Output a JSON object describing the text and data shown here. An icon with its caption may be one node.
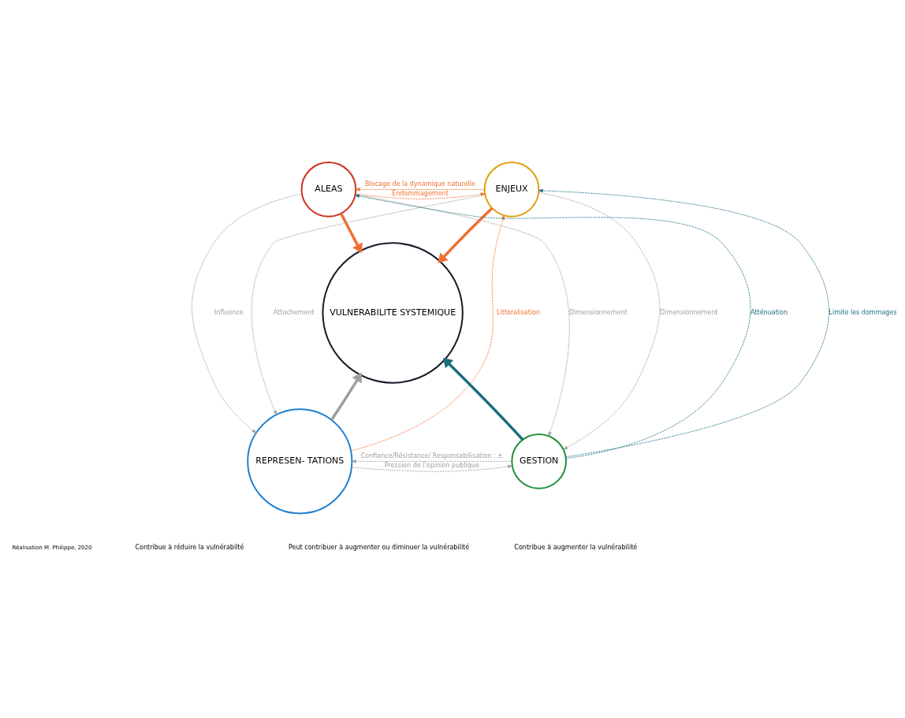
{
  "diagram": {
    "nodes": [
      {
        "text": [
          "ALEAS"
        ]
      },
      {
        "text": [
          "ENJEUX"
        ]
      },
      {
        "text": [
          "VULNERABILITE SYSTEMIQUE"
        ]
      },
      {
        "text": [
          "REPRESEN- TATIONS"
        ]
      },
      {
        "text": [
          "GESTION"
        ]
      }
    ],
    "edges": [
      {
        "from": 3,
        "to": 1,
        "arrow": "to",
        "label": "Littoralisation",
        "style": "dashed",
        "color": "#f07030"
      },
      {
        "from": 1,
        "to": 3,
        "arrow": "to",
        "label": "Attachement",
        "style": "dashed"
      },
      {
        "from": 4,
        "to": 0,
        "arrow": "to",
        "label": "Atténuation",
        "style": "dashed",
        "color": "#1a6f80"
      },
      {
        "from": 0,
        "to": 4,
        "arrow": "to",
        "label": "Dimensionnement",
        "style": "dashed"
      },
      {
        "from": 0,
        "to": 1,
        "arrow": "to",
        "label": "Endommagement",
        "style": "dashed",
        "color": "#f07030"
      },
      {
        "from": 1,
        "to": 0,
        "arrow": "to",
        "label": "Blocage de la dynamique naturelle",
        "style": "dashed",
        "color": "#f07030"
      },
      {
        "from": 0,
        "to": 2,
        "arrow": "to",
        "style": "thick",
        "color": "#f07030"
      },
      {
        "from": 1,
        "to": 2,
        "arrow": "to",
        "style": "thick",
        "color": "#f07030"
      },
      {
        "from": 0,
        "to": 3,
        "arrow": "to",
        "label": "Influence",
        "style": "dashed"
      },
      {
        "from": 4,
        "to": 1,
        "arrow": "to",
        "label": "Limite les dommages",
        "style": "dashed",
        "color": "#1a6f80"
      },
      {
        "from": 1,
        "to": 4,
        "arrow": "to",
        "label": "Dimensionnement",
        "style": "dashed"
      },
      {
        "from": 3,
        "to": 2,
        "arrow": "to",
        "style": "thick"
      },
      {
        "from": 4,
        "to": 2,
        "arrow": "to",
        "style": "thick",
        "color": "#1a6f80"
      },
      {
        "from": 3,
        "to": 4,
        "arrow": "to",
        "label": "Pression de l’opinion publique",
        "style": "dashed"
      },
      {
        "from": 4,
        "to": 3,
        "arrow": "to",
        "label": "Confiance/Résistance/ Responsabilisation : ±",
        "style": "dashed"
      }
    ],
    "labels": [
      "Réalisation M. Philippe, 2020"
    ],
    "legend": [
      {
        "text": "Contribue à réduire la vulnérabilté"
      },
      {
        "text": "Peut contribuer à augmenter ou diminuer la vulnérabilité"
      },
      {
        "text": "Contribue à augmenter la vulnérabilité"
      }
    ]
  }
}
